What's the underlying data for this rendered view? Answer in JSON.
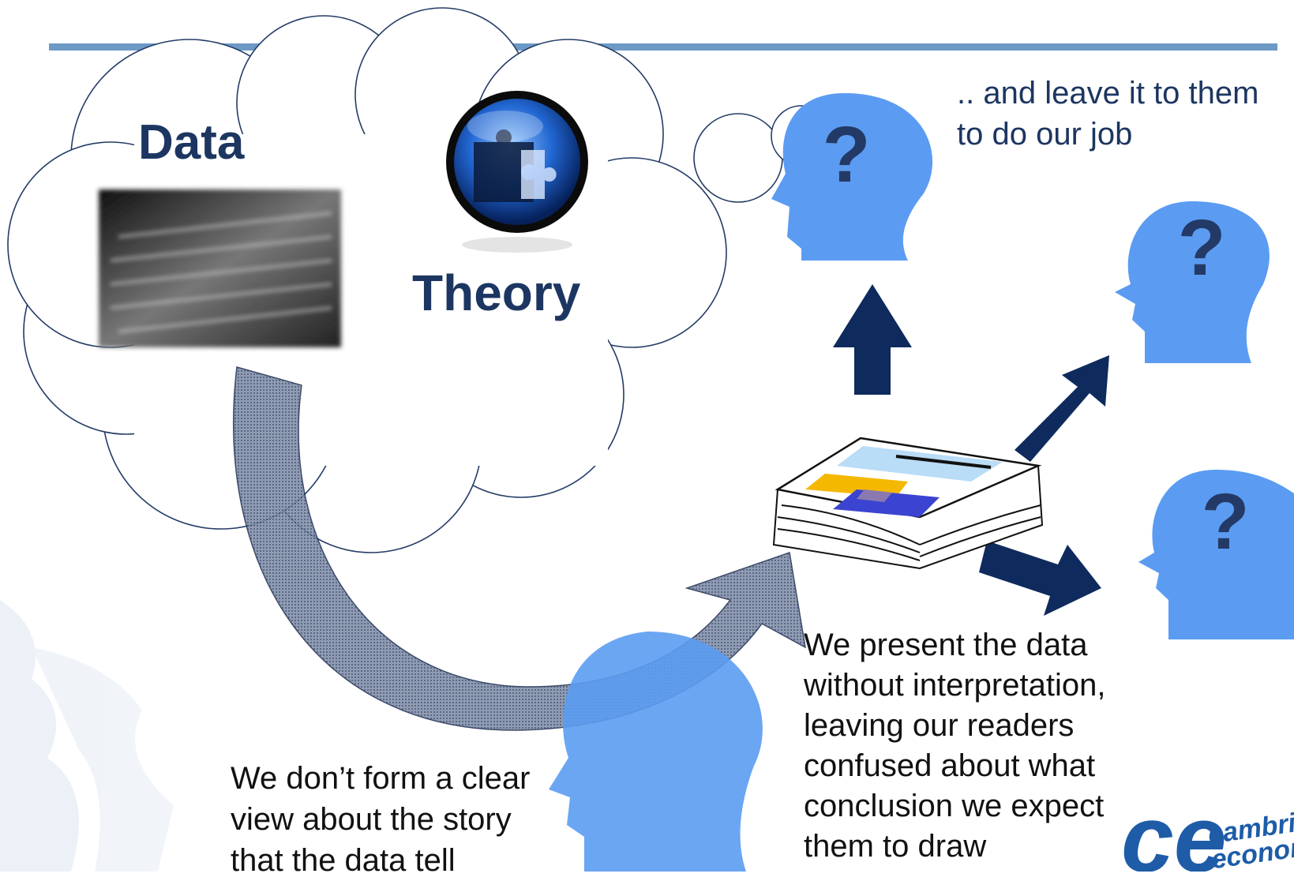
{
  "labels": {
    "data": "Data",
    "theory": "Theory"
  },
  "captions": {
    "top_right": ".. and leave it to them to do our job",
    "middle": "We present the data without interpretation, leaving our readers confused about what conclusion we expect them to draw",
    "bottom_left": "We don’t form a clear view about the story that the data tell"
  },
  "heads": {
    "question_mark": "?"
  },
  "logo": {
    "mark": "ce",
    "text": "cambric\neconom"
  },
  "icons": [
    "thought-cloud-icon",
    "puzzle-pieces-icon",
    "data-photo-icon",
    "head-silhouette-icon",
    "arrow-icon",
    "document-stack-icon"
  ],
  "colors": {
    "head_blue": "#5b9cf2",
    "dark_navy": "#0f2a5c",
    "rule_blue": "#6d99c6",
    "text_navy": "#1c3661"
  }
}
